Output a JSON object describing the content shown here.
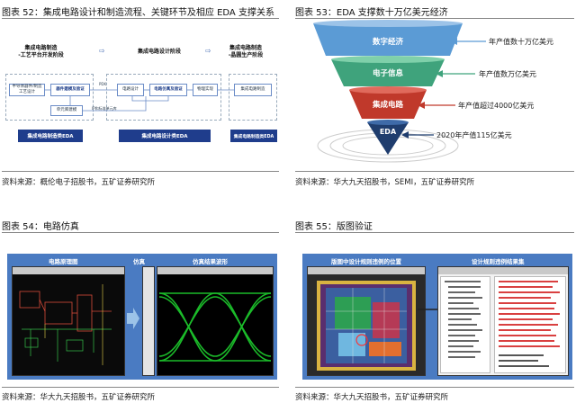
{
  "fig52": {
    "title": "图表 52：集成电路设计和制造流程、关键环节及相应 EDA 支撑关系",
    "source": "资料来源：概伦电子招股书，五矿证券研究所",
    "stage1": "集成电路制造\n-工艺平台开发阶段",
    "stage2": "集成电路设计阶段",
    "stage3": "集成电路制造\n-晶圆生产阶段",
    "nodes": {
      "a": "半导体器件/制造\n工艺设计",
      "b": "器件建模及验证",
      "c": "单元库建模",
      "d": "电路设计",
      "e": "电路仿真及验证",
      "f": "物理实现",
      "g": "集成电路制造"
    },
    "labels": {
      "pdk": "PDK",
      "ip": "IP和标准单元库"
    },
    "eda": [
      "集成电路制造类EDA",
      "集成电路设计类EDA",
      "集成电路制造类EDA"
    ]
  },
  "fig53": {
    "title": "图表 53：EDA 支撑数十万亿美元经济",
    "source": "资料来源：华大九天招股书，SEMI，五矿证券研究所",
    "levels": [
      {
        "label": "数字经济",
        "note": "年产值数十万亿美元",
        "color": "#5b9bd5"
      },
      {
        "label": "电子信息",
        "note": "年产值数万亿美元",
        "color": "#3fa37c"
      },
      {
        "label": "集成电路",
        "note": "年产值超过4000亿美元",
        "color": "#c0392b"
      },
      {
        "label": "EDA",
        "note": "2020年产值115亿美元",
        "color": "#1f3d6e"
      }
    ]
  },
  "fig54": {
    "title": "图表 54：电路仿真",
    "source": "资料来源：华大九天招股书，五矿证券研究所",
    "captions": [
      "电路原理图",
      "仿真",
      "仿真结果波形"
    ],
    "bg": "#4a7bc2"
  },
  "fig55": {
    "title": "图表 55：版图验证",
    "source": "资料来源：华大九天招股书，五矿证券研究所",
    "captions": [
      "版图中设计规则违例的位置",
      "设计规则违例结果集"
    ],
    "bg": "#4a7bc2"
  }
}
